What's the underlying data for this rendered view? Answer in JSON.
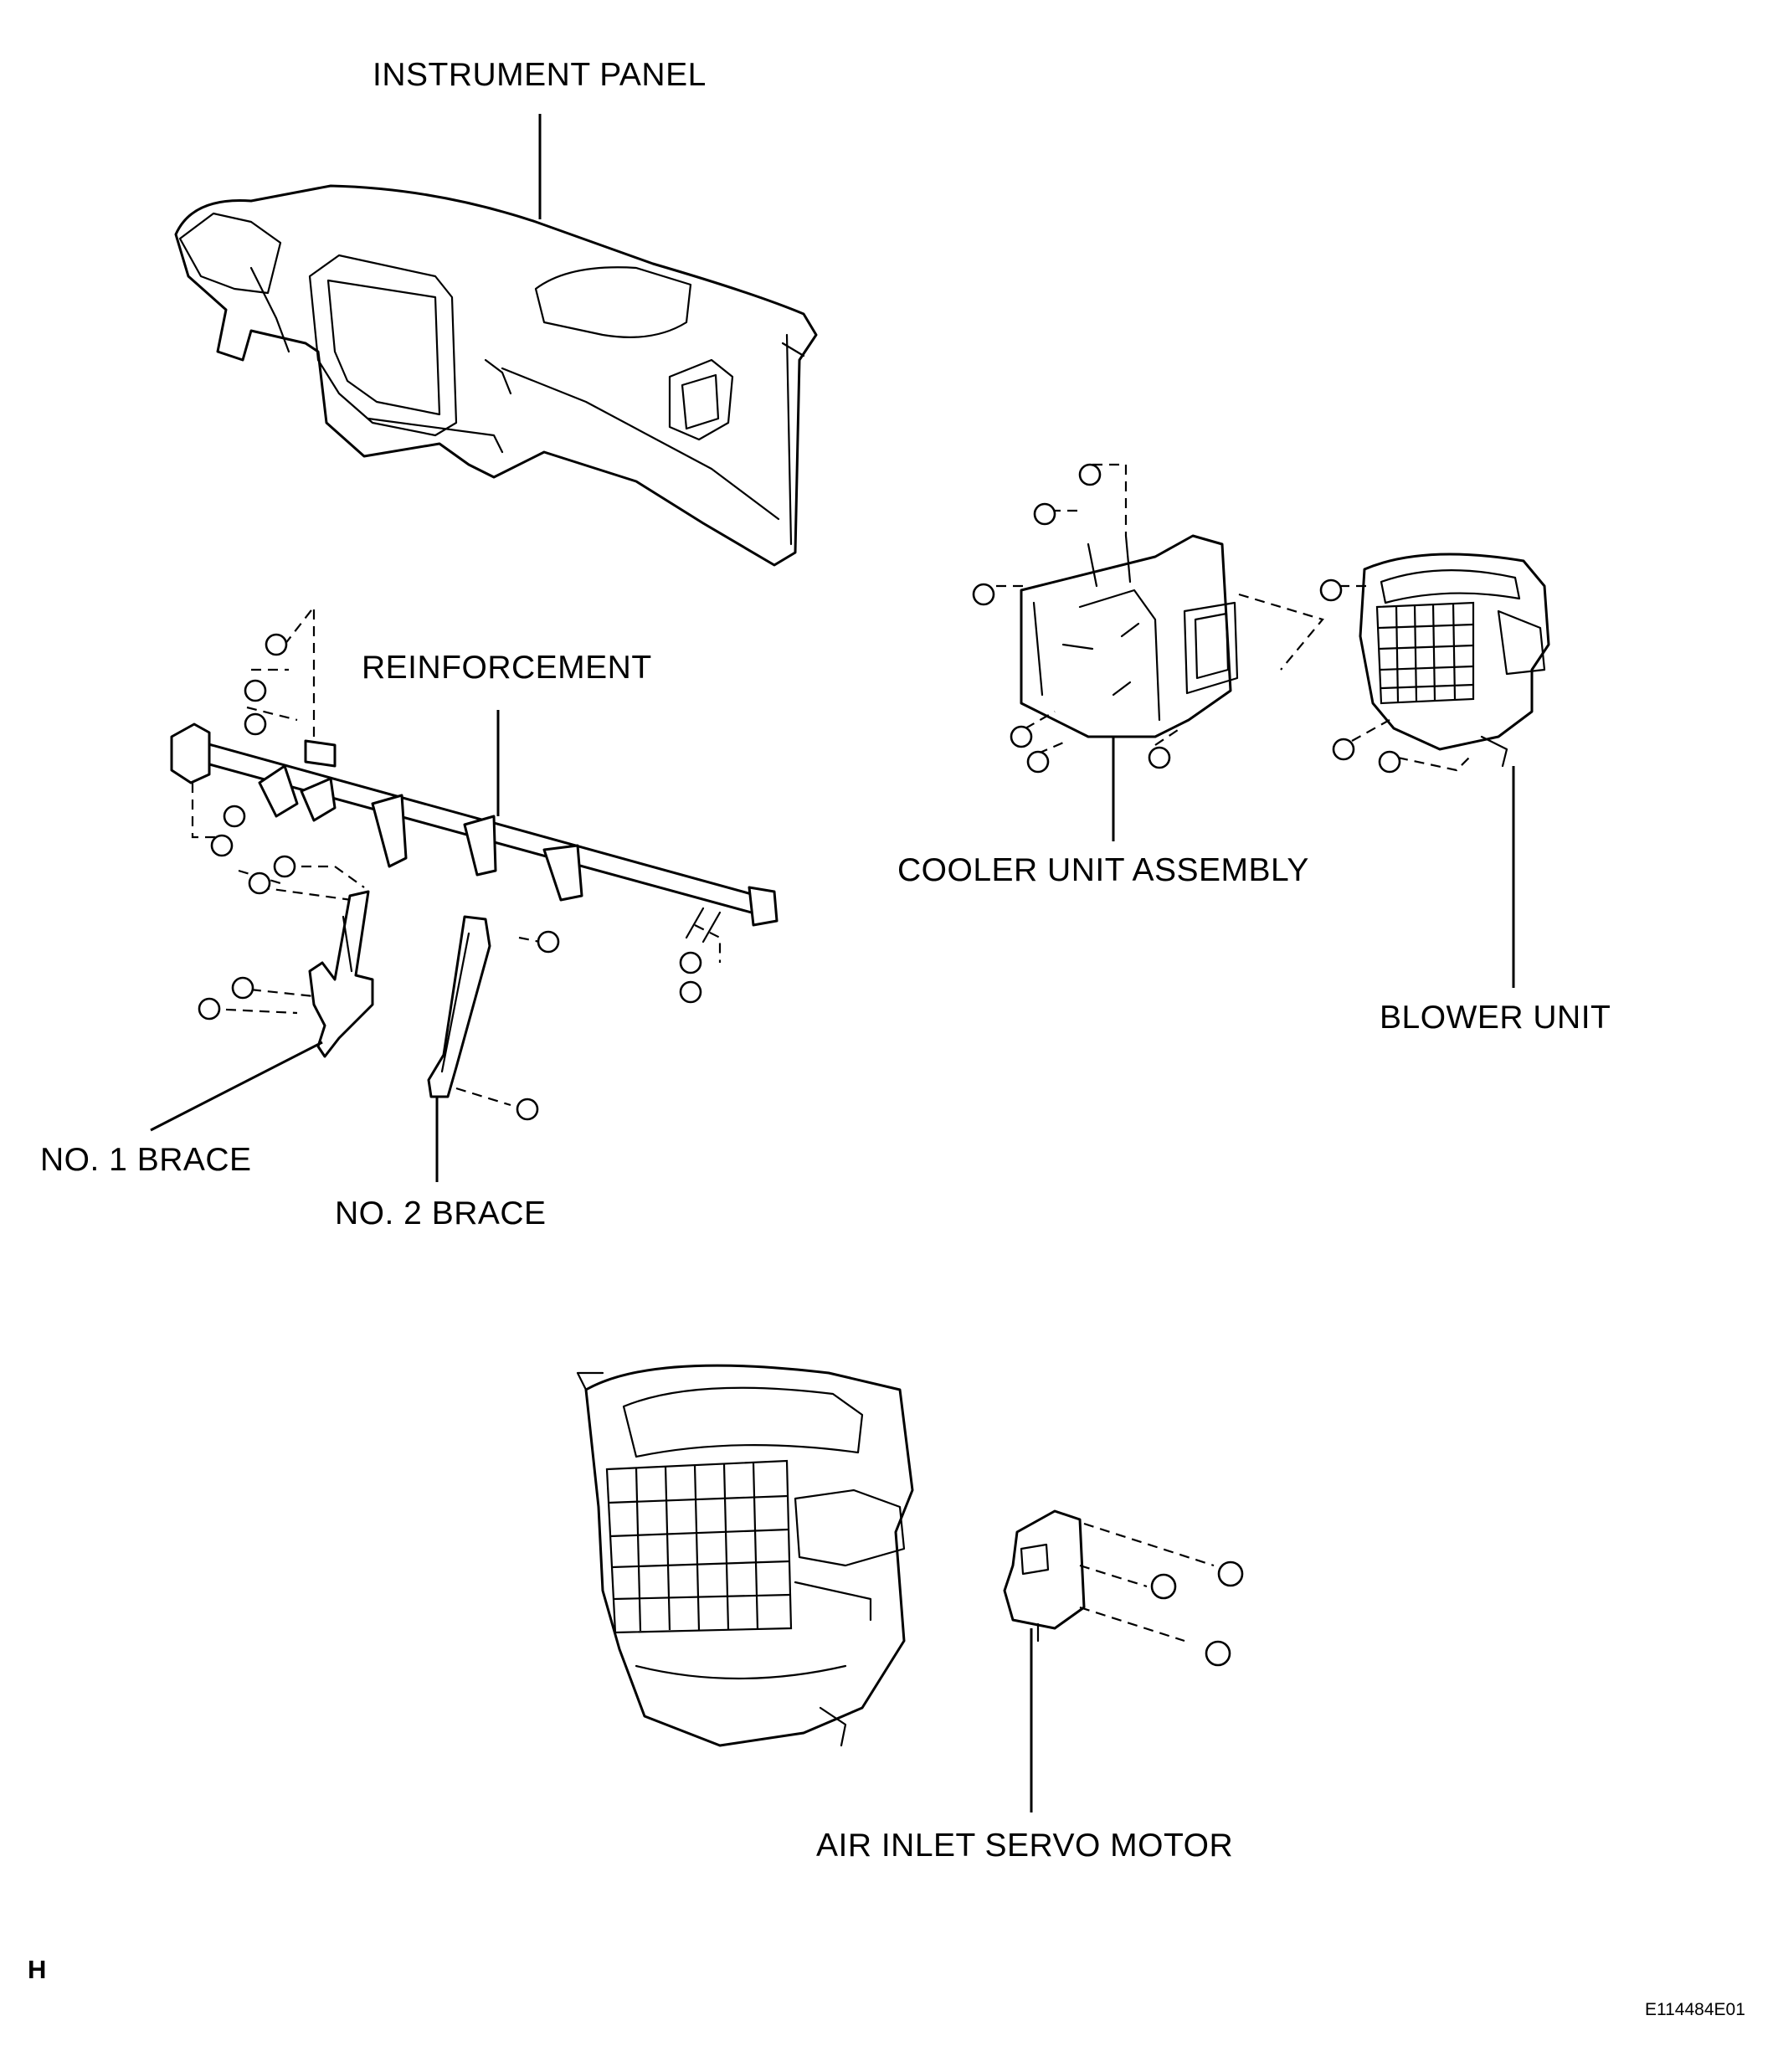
{
  "labels": {
    "instrument_panel": "INSTRUMENT PANEL",
    "reinforcement": "REINFORCEMENT",
    "cooler_unit_assembly": "COOLER UNIT ASSEMBLY",
    "blower_unit": "BLOWER UNIT",
    "no1_brace": "NO. 1 BRACE",
    "no2_brace": "NO. 2 BRACE",
    "air_inlet_servo_motor": "AIR INLET SERVO MOTOR"
  },
  "footer": {
    "corner_letter": "H",
    "figure_code": "E114484E01"
  }
}
